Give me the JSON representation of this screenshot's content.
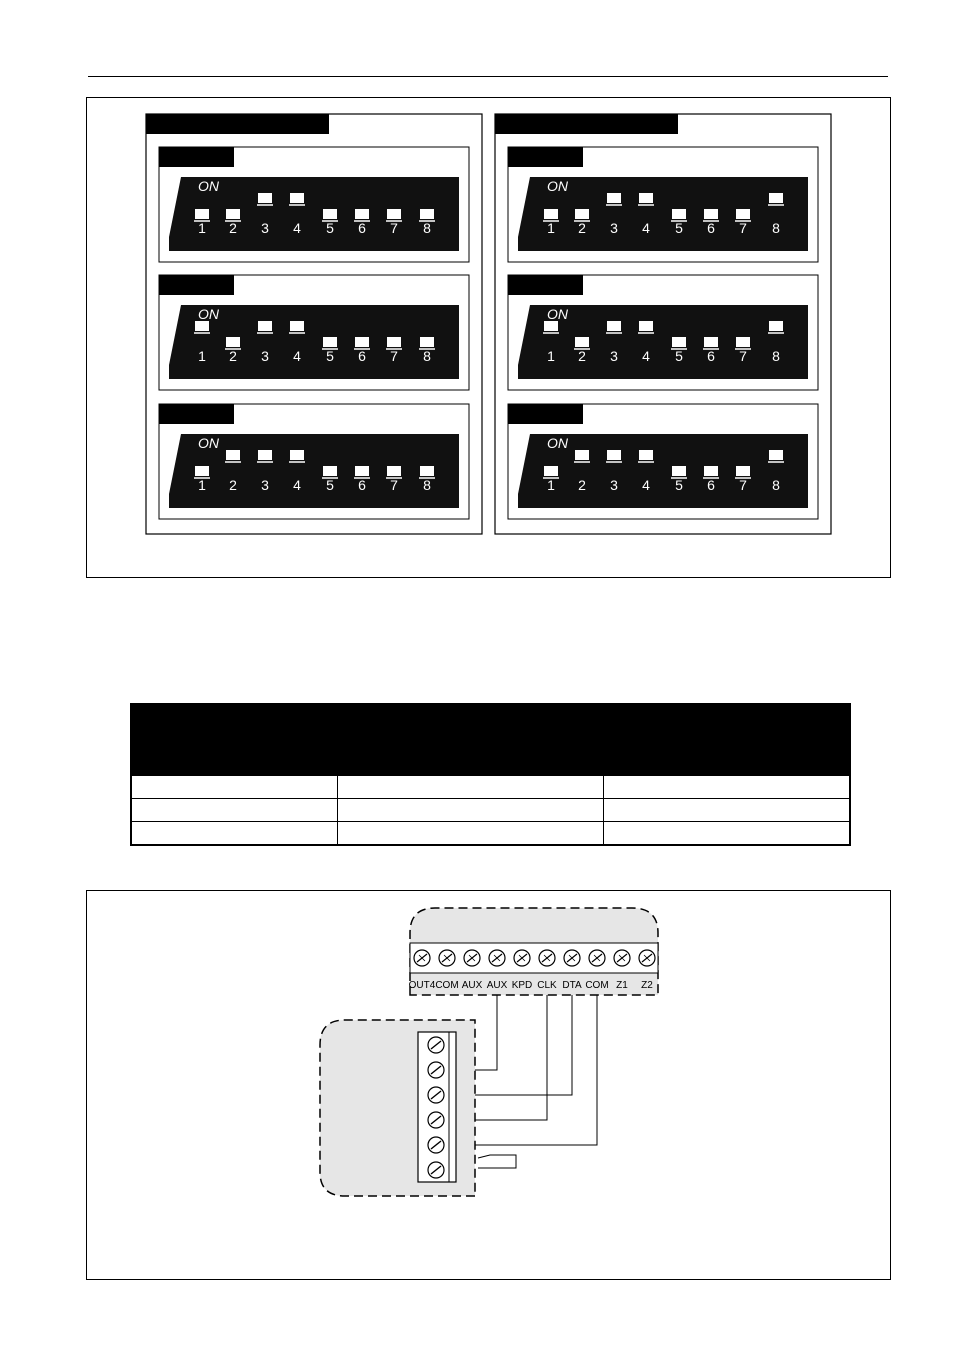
{
  "dip_switches": {
    "on_label": "ON",
    "switch_numbers": [
      "1",
      "2",
      "3",
      "4",
      "5",
      "6",
      "7",
      "8"
    ],
    "panels": [
      {
        "side": "left",
        "settings": [
          {
            "on": [
              false,
              false,
              true,
              true,
              false,
              false,
              false,
              false
            ]
          },
          {
            "on": [
              true,
              false,
              true,
              true,
              false,
              false,
              false,
              false
            ]
          },
          {
            "on": [
              false,
              true,
              true,
              true,
              false,
              false,
              false,
              false
            ]
          }
        ]
      },
      {
        "side": "right",
        "settings": [
          {
            "on": [
              false,
              false,
              true,
              true,
              false,
              false,
              false,
              true
            ]
          },
          {
            "on": [
              true,
              false,
              true,
              true,
              false,
              false,
              false,
              true
            ]
          },
          {
            "on": [
              false,
              true,
              true,
              true,
              false,
              false,
              false,
              true
            ]
          }
        ]
      }
    ]
  },
  "table": {
    "columns": 3,
    "rows": [
      [
        "",
        "",
        ""
      ],
      [
        "",
        "",
        ""
      ],
      [
        "",
        "",
        ""
      ]
    ]
  },
  "wiring": {
    "terminals": [
      "OUT4",
      "COM",
      "AUX",
      "AUX",
      "KPD",
      "CLK",
      "DTA",
      "COM",
      "Z1",
      "Z2"
    ],
    "module_terminal_count": 6
  },
  "colors": {
    "ink": "#000000",
    "panel_fill": "#e6e6e6",
    "switch_body": "#111111"
  }
}
